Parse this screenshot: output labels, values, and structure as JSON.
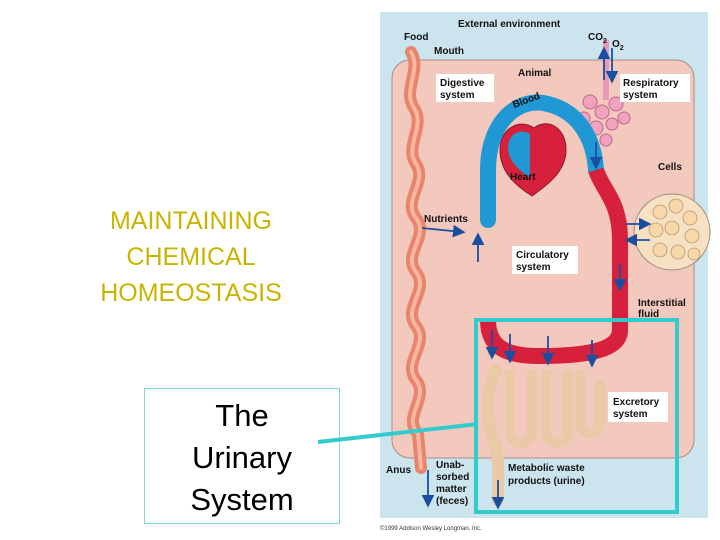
{
  "slide": {
    "title_lines": [
      "MAINTAINING",
      "CHEMICAL",
      "HOMEOSTASIS"
    ],
    "callout_lines": [
      "The",
      "Urinary",
      "System"
    ]
  },
  "diagram": {
    "external_environment": "External environment",
    "food": "Food",
    "co2": "CO",
    "co2_sub": "2",
    "o2": "O",
    "o2_sub": "2",
    "mouth": "Mouth",
    "animal": "Animal",
    "digestive_1": "Digestive",
    "digestive_2": "system",
    "respiratory_1": "Respiratory",
    "respiratory_2": "system",
    "blood": "Blood",
    "heart": "Heart",
    "cells": "Cells",
    "nutrients": "Nutrients",
    "circulatory_1": "Circulatory",
    "circulatory_2": "system",
    "interstitial_1": "Interstitial",
    "interstitial_2": "fluid",
    "excretory_1": "Excretory",
    "excretory_2": "system",
    "anus": "Anus",
    "unabsorbed_1": "Unab-",
    "unabsorbed_2": "sorbed",
    "unabsorbed_3": "matter",
    "unabsorbed_4": "(feces)",
    "metabolic_1": "Metabolic waste",
    "metabolic_2": "products (urine)",
    "copyright": "©1999 Addison Wesley Longman, Inc."
  },
  "colors": {
    "title": "#c8b400",
    "highlight_frame": "#33cccc",
    "environment": "#cce4ee",
    "animal_body": "#f3c9bd",
    "blood_oxygenated": "#d7203b",
    "blood_deoxygenated": "#1f98d3",
    "arrow": "#1a4fa0"
  }
}
